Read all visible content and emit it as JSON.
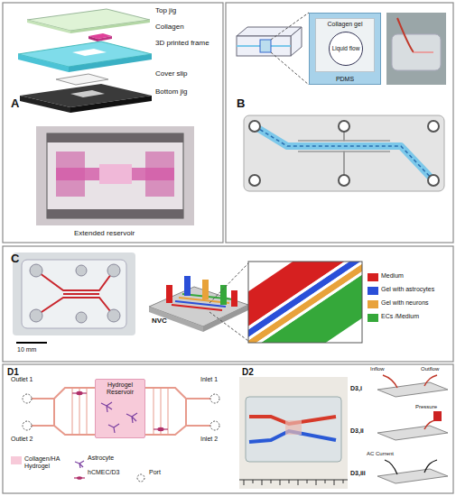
{
  "diagram": {
    "nodes": [
      {
        "text": [
          "PDMS"
        ]
      },
      {
        "text": [
          "Collagen gel"
        ],
        "in": 0
      },
      {
        "text": [
          "Liquid flow"
        ],
        "in": 1
      },
      {
        "text": [
          "Hydrogel Reservoir"
        ]
      }
    ],
    "labels": [
      "A",
      "Top jig",
      "Collagen",
      "3D printed frame",
      "Cover slip",
      "Bottom jig",
      "Extended reservoir",
      "B",
      "C",
      "10 mm",
      "NVC",
      "D1",
      "Outlet 1",
      "Inlet 1",
      "Outlet 2",
      "Inlet 2",
      "D2",
      "D3,i",
      "Inflow",
      "Outflow",
      "D3,ii",
      "Pressure",
      "D3,iii",
      "AC Current"
    ],
    "legend": [
      {
        "text": "Medium",
        "color": "#d62020"
      },
      {
        "text": "Gel with astrocytes",
        "color": "#2a4fd8"
      },
      {
        "text": "Gel with neurons",
        "color": "#e8a23a"
      },
      {
        "text": "ECs /Medium",
        "color": "#35a83a"
      },
      {
        "text": "Collagen/HA Hydrogel",
        "color": "#f7cad9"
      },
      {
        "text": "Astrocyte"
      },
      {
        "text": "hCMEC/D3"
      },
      {
        "text": "Port"
      }
    ]
  }
}
